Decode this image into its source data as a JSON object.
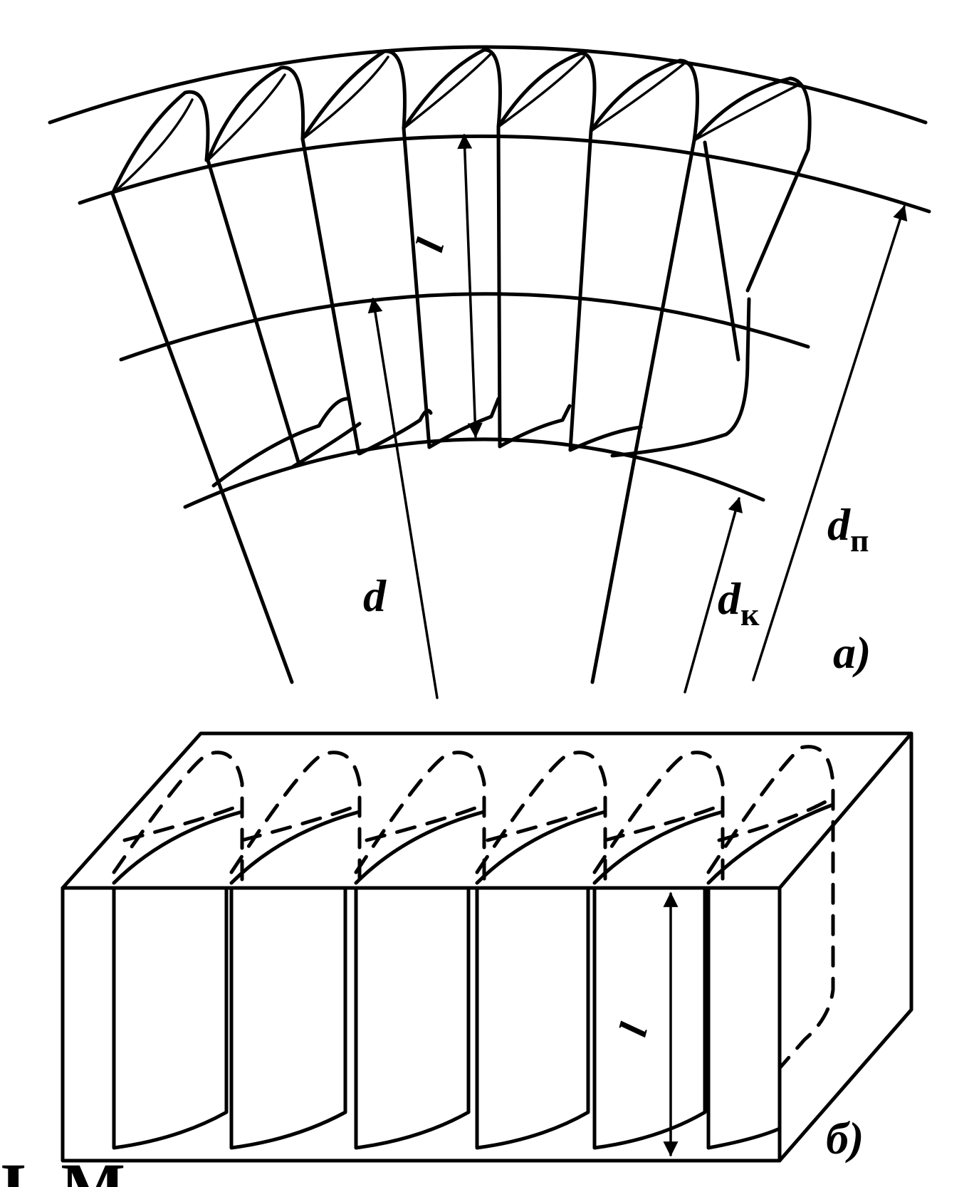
{
  "panel_a": {
    "label": "а)",
    "dim_l": "l",
    "dim_d": "d",
    "dim_dk": {
      "main": "d",
      "sub": "к"
    },
    "dim_dp": {
      "main": "d",
      "sub": "п"
    }
  },
  "panel_b": {
    "label": "б)",
    "dim_l": "l"
  },
  "footer": {
    "cut_text": "I. M"
  }
}
